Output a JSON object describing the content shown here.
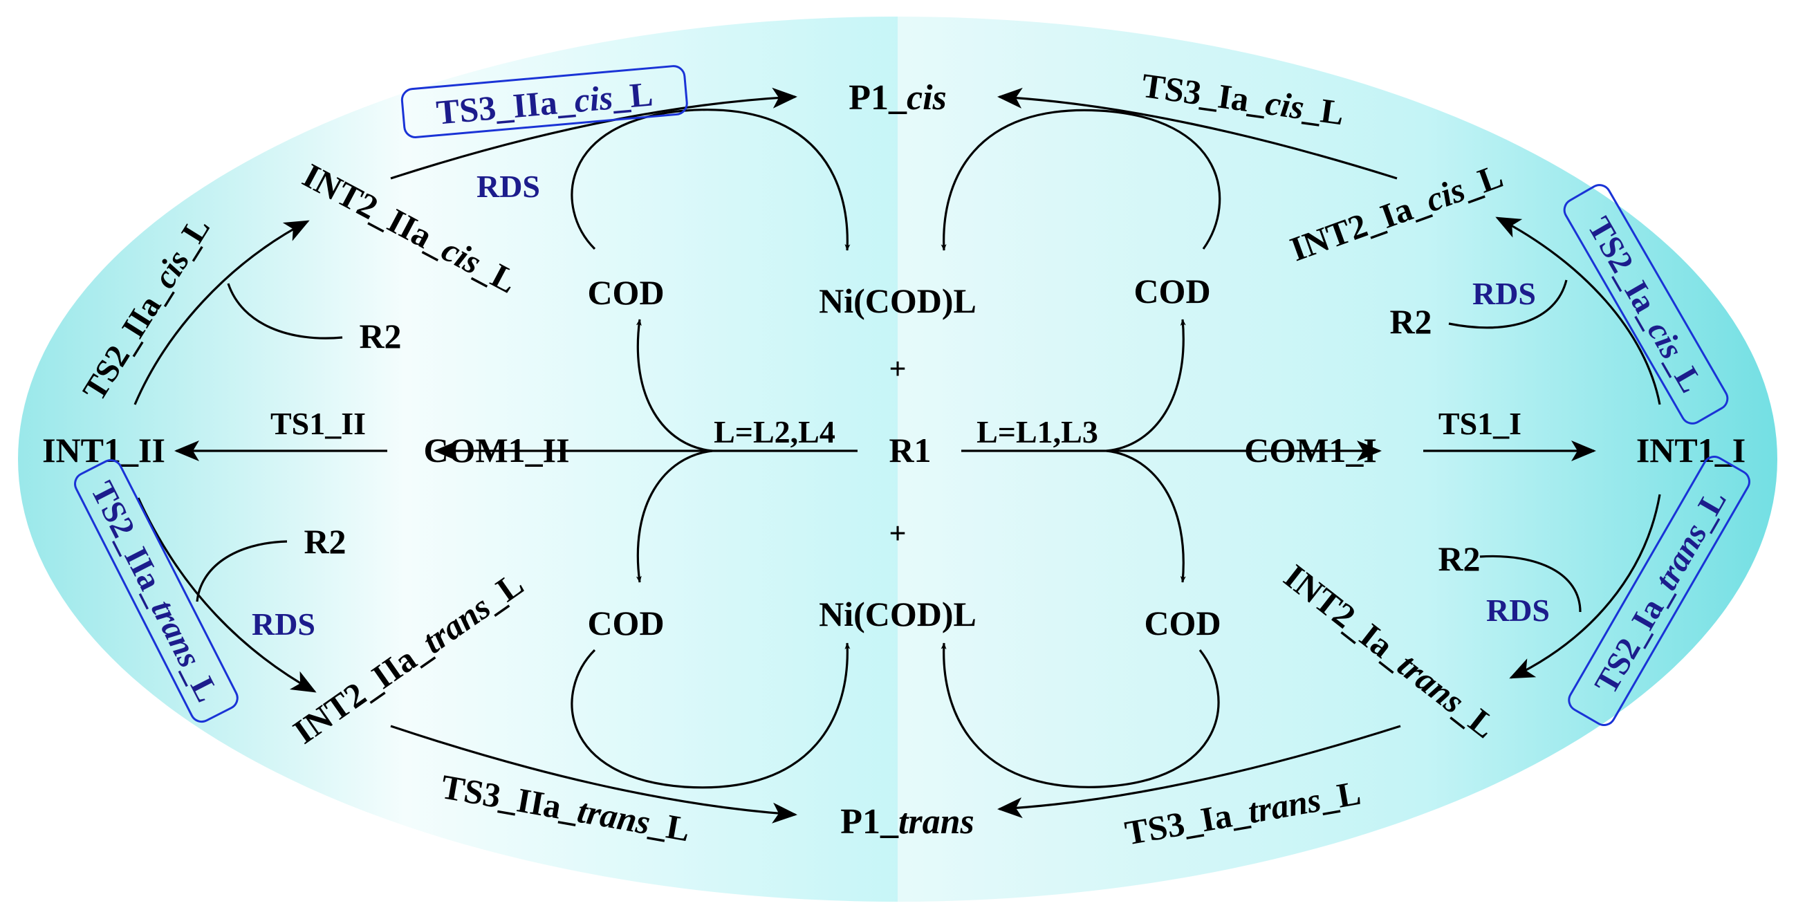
{
  "colors": {
    "cyan": "#00f0f0",
    "pale_cyan": "#eefcfc",
    "label_text": "#000000",
    "rds_text": "#1c1c8c",
    "box_stroke": "#1a33d6"
  },
  "center": {
    "r1": "R1",
    "plus": "+",
    "ni_cod_l": "Ni(COD)L",
    "ligand_left": "L=L2,L4",
    "ligand_right": "L=L1,L3"
  },
  "left": {
    "com1": "COM1_II",
    "ts1": "TS1_II",
    "int1": "INT1_II",
    "cis": {
      "ts2": {
        "a": "TS2_IIa_",
        "i": "cis",
        "b": "_L"
      },
      "int2": {
        "a": "INT2_IIa_",
        "i": "cis",
        "b": "_L"
      },
      "ts3": {
        "a": "TS3_IIa_",
        "i": "cis",
        "b": "_L"
      },
      "r2": "R2",
      "rds": "RDS",
      "cod": "COD"
    },
    "trans": {
      "ts2": {
        "a": "TS2_IIa_",
        "i": "trans",
        "b": "_L"
      },
      "int2": {
        "a": "INT2_IIa_",
        "i": "trans",
        "b": "_L"
      },
      "ts3": {
        "a": "TS3_IIa_",
        "i": "trans",
        "b": "_L"
      },
      "r2": "R2",
      "rds": "RDS",
      "cod": "COD"
    }
  },
  "right": {
    "com1": "COM1_I",
    "ts1": "TS1_I",
    "int1": "INT1_I",
    "cis": {
      "ts2": {
        "a": "TS2_Ia_",
        "i": "cis",
        "b": "_L"
      },
      "int2": {
        "a": "INT2_Ia_",
        "i": "cis",
        "b": "_L"
      },
      "ts3": {
        "a": "TS3_Ia_",
        "i": "cis",
        "b": "_L"
      },
      "r2": "R2",
      "rds": "RDS",
      "cod": "COD"
    },
    "trans": {
      "ts2": {
        "a": "TS2_Ia_",
        "i": "trans",
        "b": "_L"
      },
      "int2": {
        "a": "INT2_Ia_",
        "i": "trans",
        "b": "_L"
      },
      "ts3": {
        "a": "TS3_Ia_",
        "i": "trans",
        "b": "_L"
      },
      "r2": "R2",
      "rds": "RDS",
      "cod": "COD"
    }
  },
  "products": {
    "cis": {
      "a": "P1_",
      "i": "cis"
    },
    "trans": {
      "a": "P1_",
      "i": "trans"
    }
  }
}
